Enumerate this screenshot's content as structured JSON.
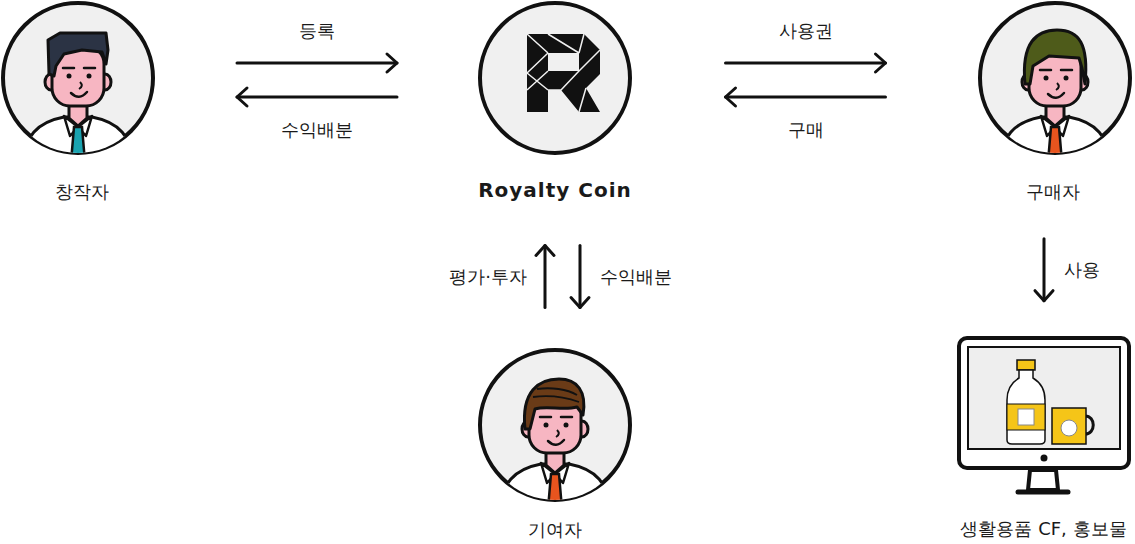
{
  "diagram": {
    "nodes": [
      {
        "text": [
          "창작자"
        ]
      },
      {
        "text": [
          "Royalty Coin"
        ]
      },
      {
        "text": [
          "구매자"
        ]
      },
      {
        "text": [
          "기여자"
        ]
      },
      {
        "text": [
          "생활용품 CF, 홍보물"
        ]
      }
    ],
    "edges": [
      {
        "from": 0,
        "to": 1,
        "arrow": "to",
        "label": "등록"
      },
      {
        "from": 1,
        "to": 0,
        "arrow": "to",
        "label": "수익배분"
      },
      {
        "from": 1,
        "to": 2,
        "arrow": "to",
        "label": "사용권"
      },
      {
        "from": 2,
        "to": 1,
        "arrow": "to",
        "label": "구매"
      },
      {
        "from": 3,
        "to": 1,
        "arrow": "to",
        "label": "평가·투자"
      },
      {
        "from": 1,
        "to": 3,
        "arrow": "to",
        "label": "수익배분"
      },
      {
        "from": 2,
        "to": 4,
        "arrow": "to",
        "label": "사용"
      }
    ]
  }
}
